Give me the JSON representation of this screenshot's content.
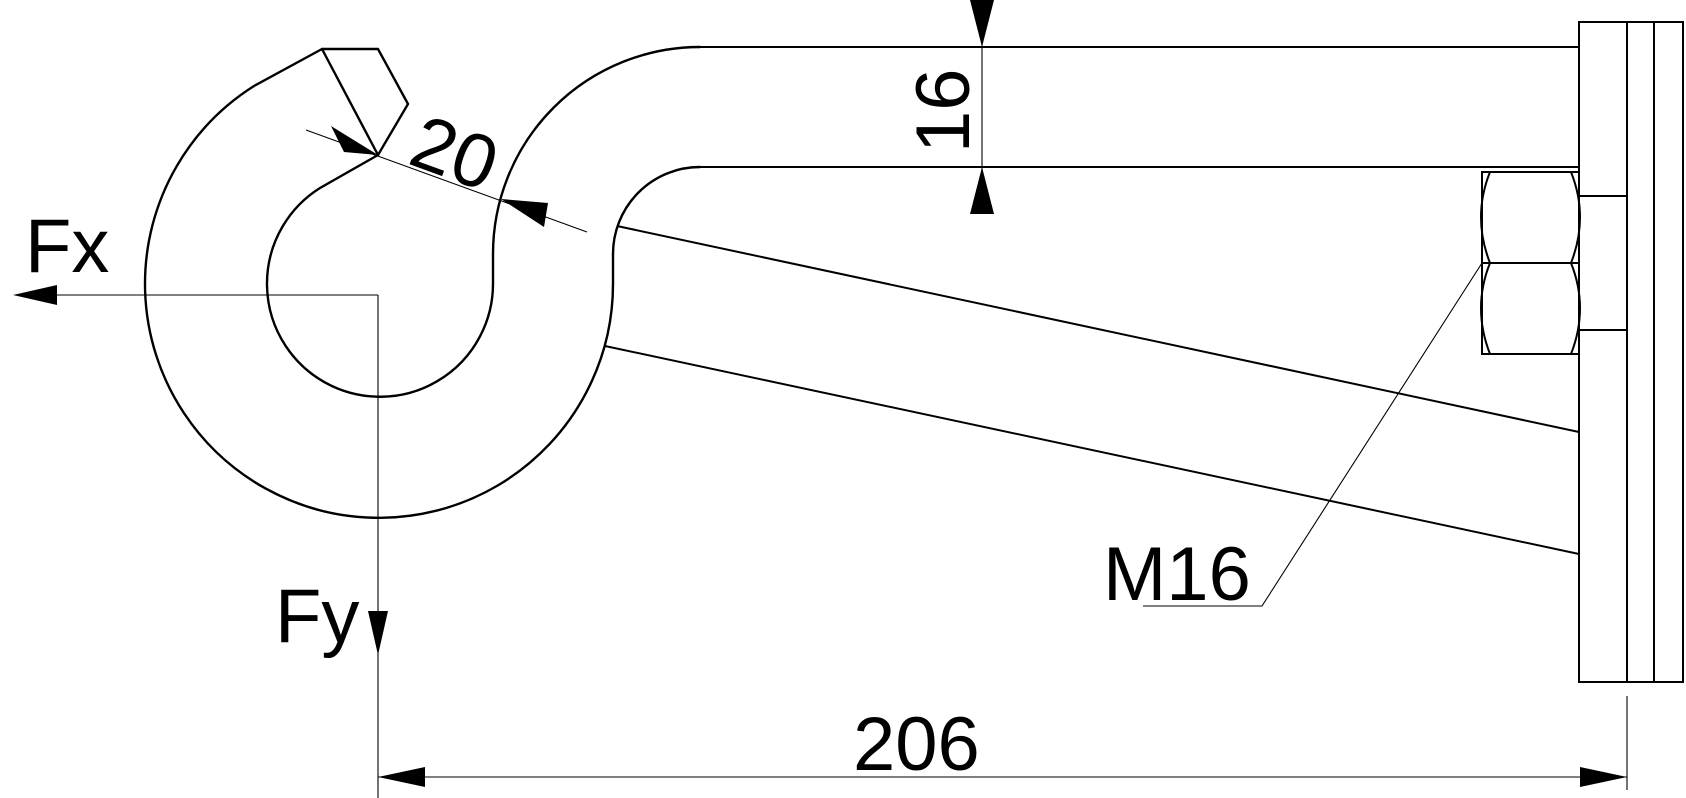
{
  "labels": {
    "fx": "Fx",
    "fy": "Fy",
    "dim_section": "20",
    "dim_thickness": "16",
    "dim_length": "206",
    "thread": "M16"
  },
  "colors": {
    "line": "#000000",
    "background": "#ffffff"
  }
}
